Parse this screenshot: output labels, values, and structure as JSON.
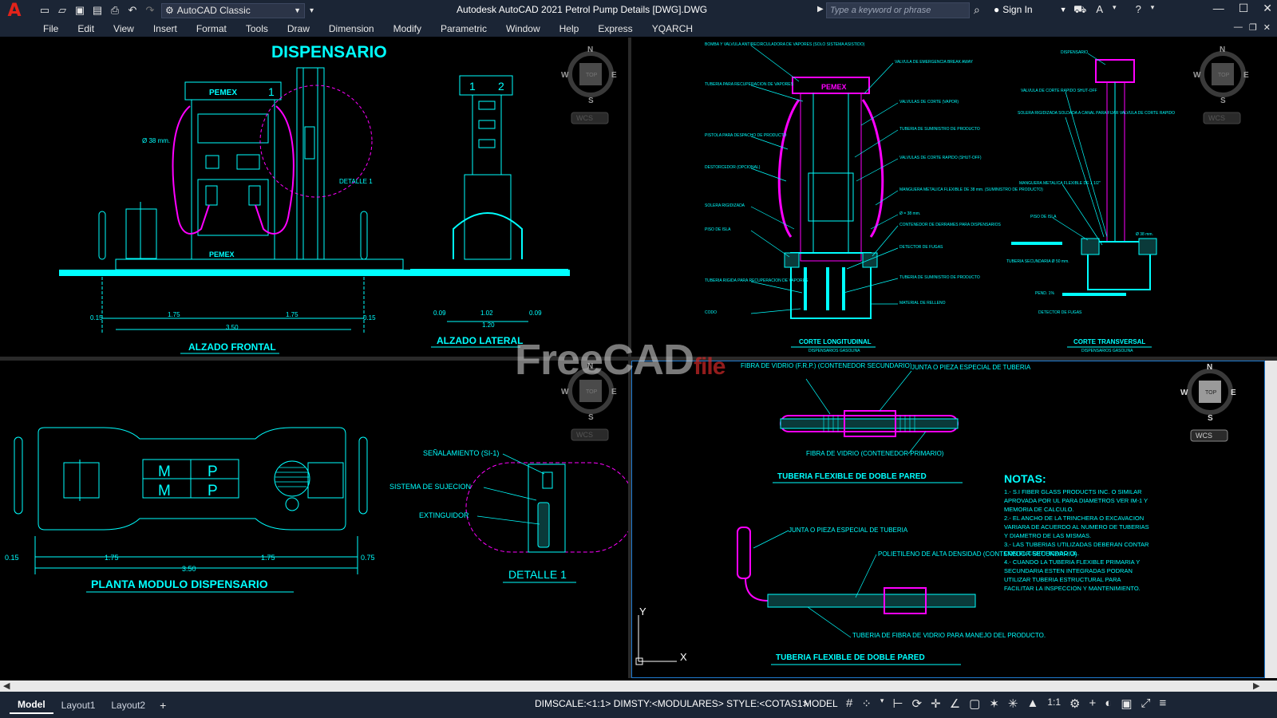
{
  "app": {
    "title": "Autodesk AutoCAD 2021   Petrol Pump Details [DWG].DWG",
    "logo": "A",
    "workspace": "AutoCAD Classic",
    "search_placeholder": "Type a keyword or phrase",
    "signin": "Sign In"
  },
  "menu": [
    "File",
    "Edit",
    "View",
    "Insert",
    "Format",
    "Tools",
    "Draw",
    "Dimension",
    "Modify",
    "Parametric",
    "Window",
    "Help",
    "Express",
    "YQARCH"
  ],
  "viewcube": {
    "n": "N",
    "s": "S",
    "e": "E",
    "w": "W",
    "top": "TOP",
    "wcs": "WCS"
  },
  "drawing": {
    "main_title": "DISPENSARIO",
    "brand": "PEMEX",
    "alzado_frontal": "ALZADO FRONTAL",
    "alzado_lateral": "ALZADO LATERAL",
    "planta": "PLANTA MODULO DISPENSARIO",
    "detalle1": "DETALLE 1",
    "detalle1_small": "DETALLE 1",
    "dia38": "Ø 38 mm.",
    "dims_front": [
      "0.15",
      "1.75",
      "1.75",
      "0.15",
      "3.50"
    ],
    "dims_side": [
      "0.09",
      "1.02",
      "0.09",
      "1.20"
    ],
    "dims_plan": [
      "0.15",
      "1.75",
      "1.75",
      "0.75",
      "3.50"
    ],
    "pump_nums": [
      "1",
      "2"
    ],
    "mp": [
      "M",
      "P",
      "M",
      "P"
    ],
    "det_labels": [
      "SEÑALAMIENTO (SI-1)",
      "SISTEMA DE SUJECION",
      "EXTINGUIDOR"
    ],
    "corte_long": "CORTE LONGITUDINAL",
    "corte_long_sub": "DISPENSARIOS GASOLINA",
    "corte_trans": "CORTE TRANSVERSAL",
    "corte_trans_sub": "DISPENSARIOS GASOLINA",
    "cl_left": [
      "BOMBA Y VALVULA ANTIRECIRCULADORA DE VAPORES (SOLO SISTEMA ASISTIDO)",
      "TUBERIA PARA RECUPERACION DE VAPORES",
      "PISTOLA PARA DESPACHO DE PRODUCTO",
      "DESTORCEDOR (OPCIONAL)",
      "SOLERA RIGIDIZADA",
      "PISO DE ISLA",
      "TUBERIA RIGIDA PARA RECUPERACION DE VAPORES",
      "CODO"
    ],
    "cl_right": [
      "VALVULA DE EMERGENCIA BREAK AWAY",
      "VALVULAS DE CORTE (VAPOR)",
      "TUBERIA DE SUMINISTRO DE PRODUCTO",
      "VALVULAS DE CORTE RAPIDO (SHUT-OFF)",
      "MANGUERA METALICA FLEXIBLE DE 38 mm. (SUMINISTRO DE PRODUCTO)",
      "Ø = 38 mm.",
      "CONTENEDOR DE DERRAMES PARA DISPENSARIOS",
      "DETECTOR DE FUGAS",
      "TUBERIA DE SUMINISTRO DE PRODUCTO",
      "MATERIAL DE RELLENO"
    ],
    "ct_labels": [
      "DISPENSARIO",
      "VALVULA DE CORTE RAPIDO SHUT-OFF",
      "SOLERA RIGIDIZADA SOLDADA A CANAL PARA FIJAR VALVULA DE CORTE RAPIDO",
      "MANGUERA METALICA FLEXIBLE DE 1 1/2\"",
      "PISO DE ISLA",
      "TUBERIA SECUNDARIA Ø 50 mm.",
      "PEND. 1%",
      "DETECTOR DE FUGAS",
      "Ø 38 mm."
    ],
    "flex1_labels": [
      "FIBRA DE VIDRIO (F.R.P.) (CONTENEDOR SECUNDARIO)",
      "JUNTA O PIEZA ESPECIAL DE TUBERIA",
      "FIBRA DE VIDRIO (CONTENEDOR PRIMARIO)"
    ],
    "flex_title": "TUBERIA FLEXIBLE DE DOBLE PARED",
    "flex2_labels": [
      "JUNTA O PIEZA ESPECIAL DE TUBERIA",
      "POLIETILENO DE ALTA DENSIDAD (CONTENEDOR SECUNDARIO)",
      "TUBERIA DE FIBRA DE VIDRIO PARA MANEJO DEL PRODUCTO."
    ],
    "flex_title2": "TUBERIA FLEXIBLE DE DOBLE PARED",
    "notas_title": "NOTAS:",
    "notas": [
      "1.- S.I FIBER GLASS PRODUCTS INC. O SIMILAR",
      "APROVADA POR UL PARA DIAMETROS VER IM-1 Y",
      "MEMORIA DE CALCULO.",
      "2.- EL ANCHO DE LA TRINCHERA O EXCAVACION",
      "VARIARA DE ACUERDO AL NUMERO DE TUBERIAS",
      "Y DIAMETRO DE LAS MISMAS.",
      "3.- LAS TUBERIAS UTILIZADAS DEBERAN CONTAR",
      "CON EL CERTIFICADO UL.",
      "4.- CUANDO LA TUBERIA FLEXIBLE PRIMARIA Y",
      "SECUNDARIA ESTEN INTEGRADAS PODRAN",
      "UTILIZAR TUBERIA ESTRUCTURAL PARA",
      "FACILITAR LA INSPECCION Y MANTENIMIENTO."
    ],
    "axis_x": "X",
    "axis_y": "Y"
  },
  "watermark": {
    "main": "FreeCAD",
    "sub": "file"
  },
  "status": {
    "tabs": [
      "Model",
      "Layout1",
      "Layout2"
    ],
    "add_tab": "+",
    "info": "DIMSCALE:<1:1> DIMSTY:<MODULARES> STYLE:<COTAS1>",
    "model": "MODEL",
    "scale": "1:1"
  },
  "colors": {
    "cyan": "#00ffff",
    "magenta": "#ff00ff",
    "bg": "#000000",
    "chrome": "#1b2535"
  }
}
